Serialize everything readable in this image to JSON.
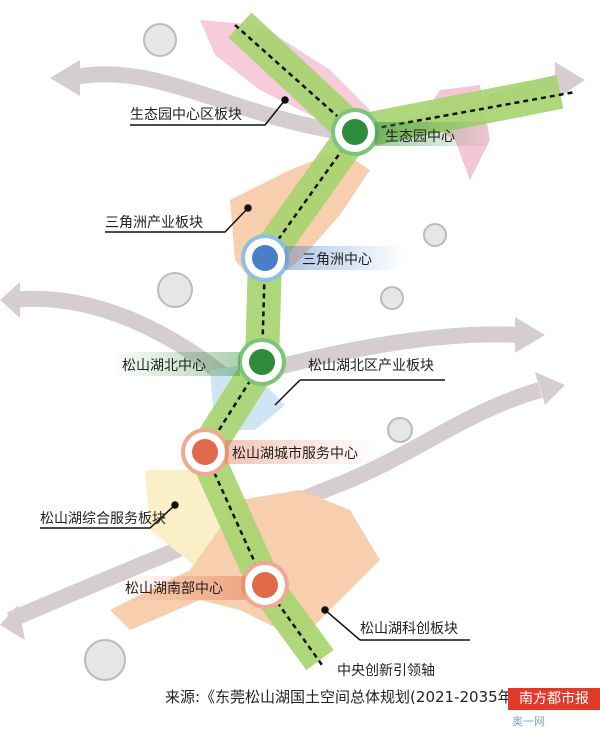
{
  "labels": {
    "ecopark_block": "生态园中心区板块",
    "ecopark_center": "生态园中心",
    "delta_block": "三角洲产业板块",
    "delta_center": "三角洲中心",
    "north_center": "松山湖北中心",
    "north_block": "松山湖北区产业板块",
    "city_service_center": "松山湖城市服务中心",
    "service_block": "松山湖综合服务板块",
    "south_center": "松山湖南部中心",
    "tech_block": "松山湖科创板块",
    "axis": "中央创新引领轴"
  },
  "source": "来源:《东莞松山湖国土空间总体规划(2021-2035年",
  "logo": {
    "name": "南方都市报",
    "site": "奥一网 oeeee.com"
  },
  "colors": {
    "green": "#2e8b3a",
    "blue": "#4a7fc8",
    "orange": "#e06a4a",
    "axis_band": "#a6d46f",
    "pink": "#f5c6d6",
    "peach": "#f8cfae",
    "yellow": "#fbefc8",
    "arrow": "#d2c8cc"
  }
}
